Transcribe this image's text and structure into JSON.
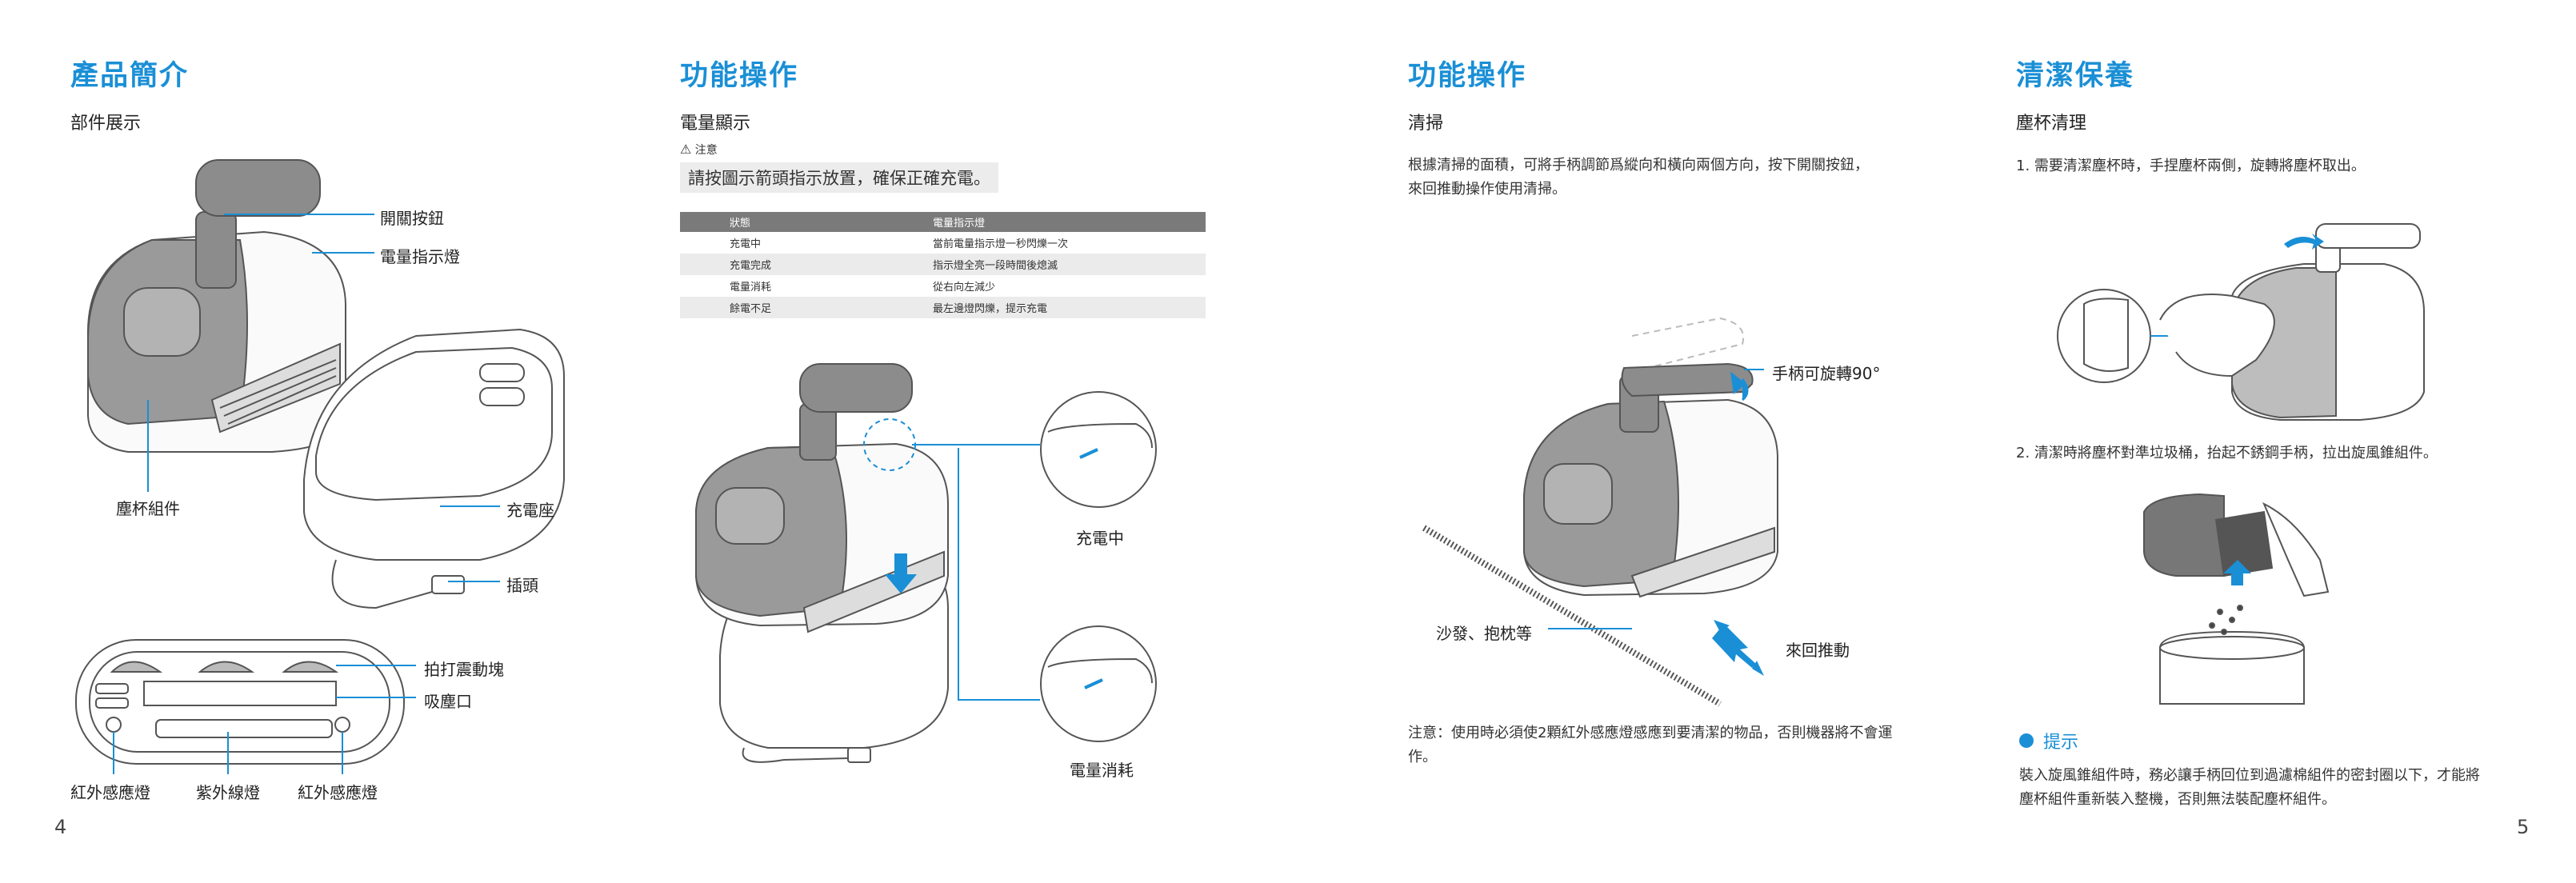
{
  "page_left": {
    "number": "4",
    "section1": {
      "title": "產品簡介",
      "subtitle": "部件展示",
      "labels": {
        "power_button": "開關按鈕",
        "battery_indicator": "電量指示燈",
        "dust_cup": "塵杯組件",
        "charging_base": "充電座",
        "plug": "插頭",
        "pat_block": "拍打震動塊",
        "suction_port": "吸塵口",
        "ir_sensor_left": "紅外感應燈",
        "uv_lamp": "紫外線燈",
        "ir_sensor_right": "紅外感應燈"
      }
    },
    "section2": {
      "title": "功能操作",
      "subtitle": "電量顯示",
      "note_label": "注意",
      "note_text": "請按圖示箭頭指示放置，確保正確充電。",
      "table": {
        "headers": [
          "狀態",
          "電量指示燈"
        ],
        "rows": [
          [
            "充電中",
            "當前電量指示燈一秒閃爍一次"
          ],
          [
            "充電完成",
            "指示燈全亮一段時間後熄滅"
          ],
          [
            "電量消耗",
            "從右向左減少"
          ],
          [
            "餘電不足",
            "最左邊燈閃爍，提示充電"
          ]
        ]
      },
      "labels": {
        "charging": "充電中",
        "consuming": "電量消耗"
      }
    }
  },
  "page_right": {
    "number": "5",
    "section3": {
      "title": "功能操作",
      "subtitle": "清掃",
      "description": "根據清掃的面積，可將手柄調節爲縱向和橫向兩個方向，按下開關按鈕，來回推動操作使用清掃。",
      "labels": {
        "rotate": "手柄可旋轉90°",
        "sofa": "沙發、抱枕等",
        "push": "來回推動"
      },
      "note": "注意：使用時必須使2顆紅外感應燈感應到要清潔的物品，否則機器將不會運作。"
    },
    "section4": {
      "title": "清潔保養",
      "subtitle": "塵杯清理",
      "step1": "1. 需要清潔塵杯時，手捏塵杯兩側，旋轉將塵杯取出。",
      "step2": "2. 清潔時將塵杯對準垃圾桶，抬起不銹鋼手柄，拉出旋風錐組件。",
      "tip_title": "提示",
      "tip_text": "裝入旋風錐組件時，務必讓手柄回位到過濾棉組件的密封圈以下，才能將塵杯組件重新裝入整機，否則無法裝配塵杯組件。"
    }
  },
  "colors": {
    "accent": "#1a8fd6",
    "table_header": "#7a7a7a",
    "table_alt_row": "#ebebeb"
  }
}
